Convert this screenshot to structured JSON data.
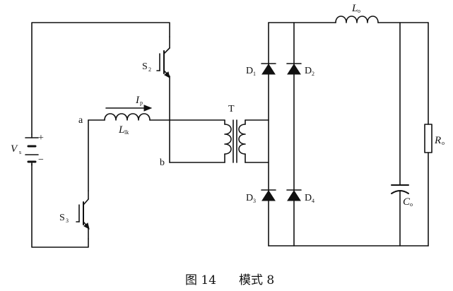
{
  "labels": {
    "vs": "V",
    "vs_sub": "s",
    "plus": "+",
    "minus": "−",
    "s2": "S",
    "s2_sub": "2",
    "s3": "S",
    "s3_sub": "3",
    "node_a": "a",
    "node_b": "b",
    "ip": "I",
    "ip_sub": "p",
    "llk": "L",
    "llk_sub": "lk",
    "t": "T",
    "d1": "D",
    "d1_sub": "1",
    "d2": "D",
    "d2_sub": "2",
    "d3": "D",
    "d3_sub": "3",
    "d4": "D",
    "d4_sub": "4",
    "lo": "L",
    "lo_sub": "o",
    "co": "C",
    "co_sub": "o",
    "ro": "R",
    "ro_sub": "o"
  },
  "caption": {
    "figure": "图 14",
    "mode": "模式 8"
  }
}
